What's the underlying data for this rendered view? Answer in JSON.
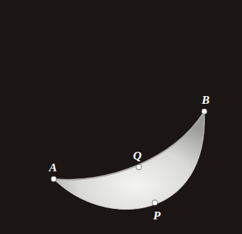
{
  "diagram": {
    "labels": [
      "A",
      "Q",
      "B",
      "P"
    ]
  }
}
